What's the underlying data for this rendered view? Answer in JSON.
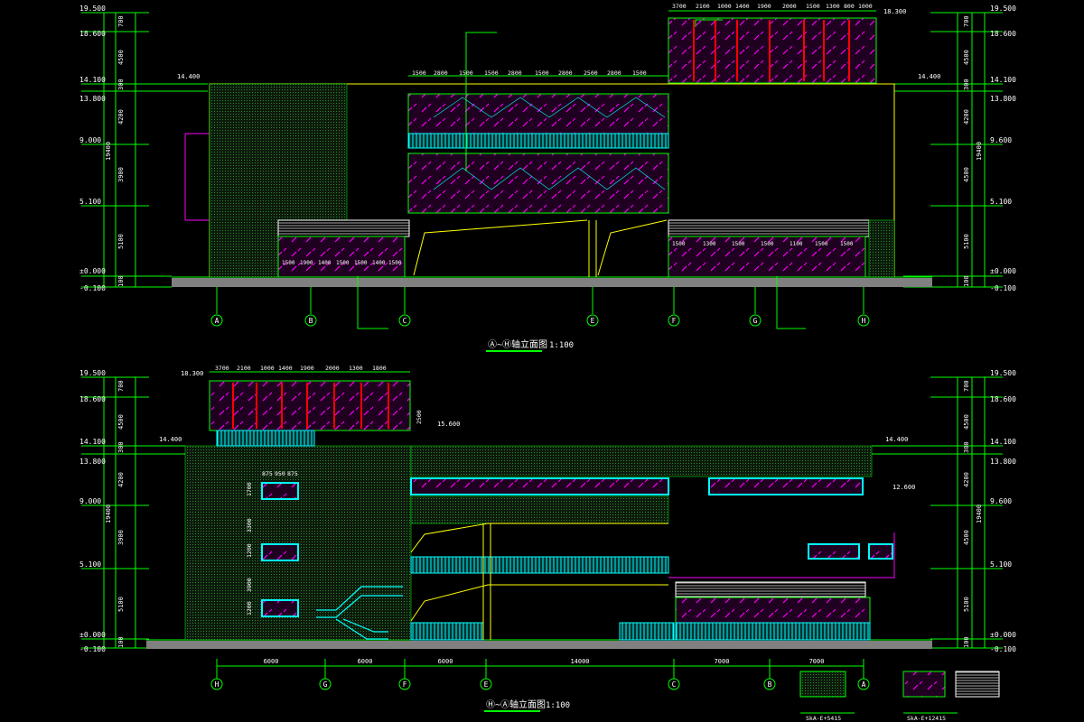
{
  "colors": {
    "background": "#000000",
    "line_green": "#00ff00",
    "dim_white": "#ffffff",
    "glass_magenta": "#ff00ff",
    "frame_cyan": "#00ffff",
    "mullion_red": "#ff0000",
    "label_yellow": "#ffff00",
    "ground_gray": "#808080",
    "hatch_green": "#2a8a2a"
  },
  "elevation_top": {
    "title": "Ⓐ~Ⓗ轴立面图",
    "scale": "1:100",
    "axes": [
      "A",
      "B",
      "C",
      "E",
      "F",
      "G",
      "H"
    ],
    "level_labels": [
      "19.500",
      "18.600",
      "14.100",
      "13.800",
      "9.000",
      "5.100",
      "±0.000",
      "-0.100"
    ],
    "level_labels_right": [
      "19.500",
      "18.600",
      "14.100",
      "13.800",
      "9.600",
      "5.100",
      "±0.000",
      "-0.100"
    ],
    "segment_dims": [
      "700",
      "4500",
      "300",
      "4200",
      "3900",
      "5100",
      "100"
    ],
    "segment_dims_right": [
      "700",
      "4500",
      "300",
      "4200",
      "4500",
      "5100",
      "100"
    ],
    "total_dim": "19400",
    "top_dims": [
      "3700",
      "2100",
      "1000",
      "1400",
      "1900",
      "2000",
      "1500",
      "1300",
      "800",
      "1000"
    ],
    "mid_dims": [
      "1500",
      "2800",
      "1500",
      "1500",
      "2800",
      "1500",
      "2800",
      "2500",
      "2800",
      "1500"
    ],
    "base_dims": [
      "1500",
      "1900",
      "1400",
      "1500",
      "1500",
      "1400",
      "1500"
    ],
    "base_dims_right": [
      "1500",
      "1300",
      "1500",
      "1500",
      "1100",
      "1500",
      "1500"
    ],
    "marks": [
      "14.400",
      "14.400",
      "18.300"
    ]
  },
  "elevation_bottom": {
    "title": "Ⓗ~Ⓐ轴立面图",
    "scale": "1:100",
    "axes": [
      "H",
      "G",
      "F",
      "E",
      "C",
      "B",
      "A"
    ],
    "axis_dims": [
      "6000",
      "6000",
      "6000",
      "14000",
      "7000",
      "7000"
    ],
    "level_labels": [
      "19.500",
      "18.600",
      "14.100",
      "13.800",
      "9.000",
      "5.100",
      "±0.000",
      "-0.100"
    ],
    "level_labels_right": [
      "19.500",
      "18.600",
      "14.100",
      "13.800",
      "9.600",
      "5.100",
      "±0.000",
      "-0.100"
    ],
    "segment_dims": [
      "700",
      "4500",
      "300",
      "4200",
      "3900",
      "5100",
      "100"
    ],
    "segment_dims_right": [
      "700",
      "4500",
      "300",
      "4200",
      "4500",
      "5100",
      "100"
    ],
    "total_dim": "19400",
    "top_dims": [
      "3700",
      "2100",
      "1000",
      "1400",
      "1900",
      "2000",
      "1300",
      "1800"
    ],
    "window_dims": [
      "875",
      "950",
      "875"
    ],
    "marks": [
      "18.300",
      "14.400",
      "15.600",
      "14.400",
      "12.600"
    ],
    "side_dims": [
      "2500",
      "1700",
      "3300",
      "1200",
      "3900",
      "1200"
    ]
  },
  "legend": {
    "codes": [
      "SkA-E+5415",
      "SkA-E+12415",
      ""
    ]
  }
}
